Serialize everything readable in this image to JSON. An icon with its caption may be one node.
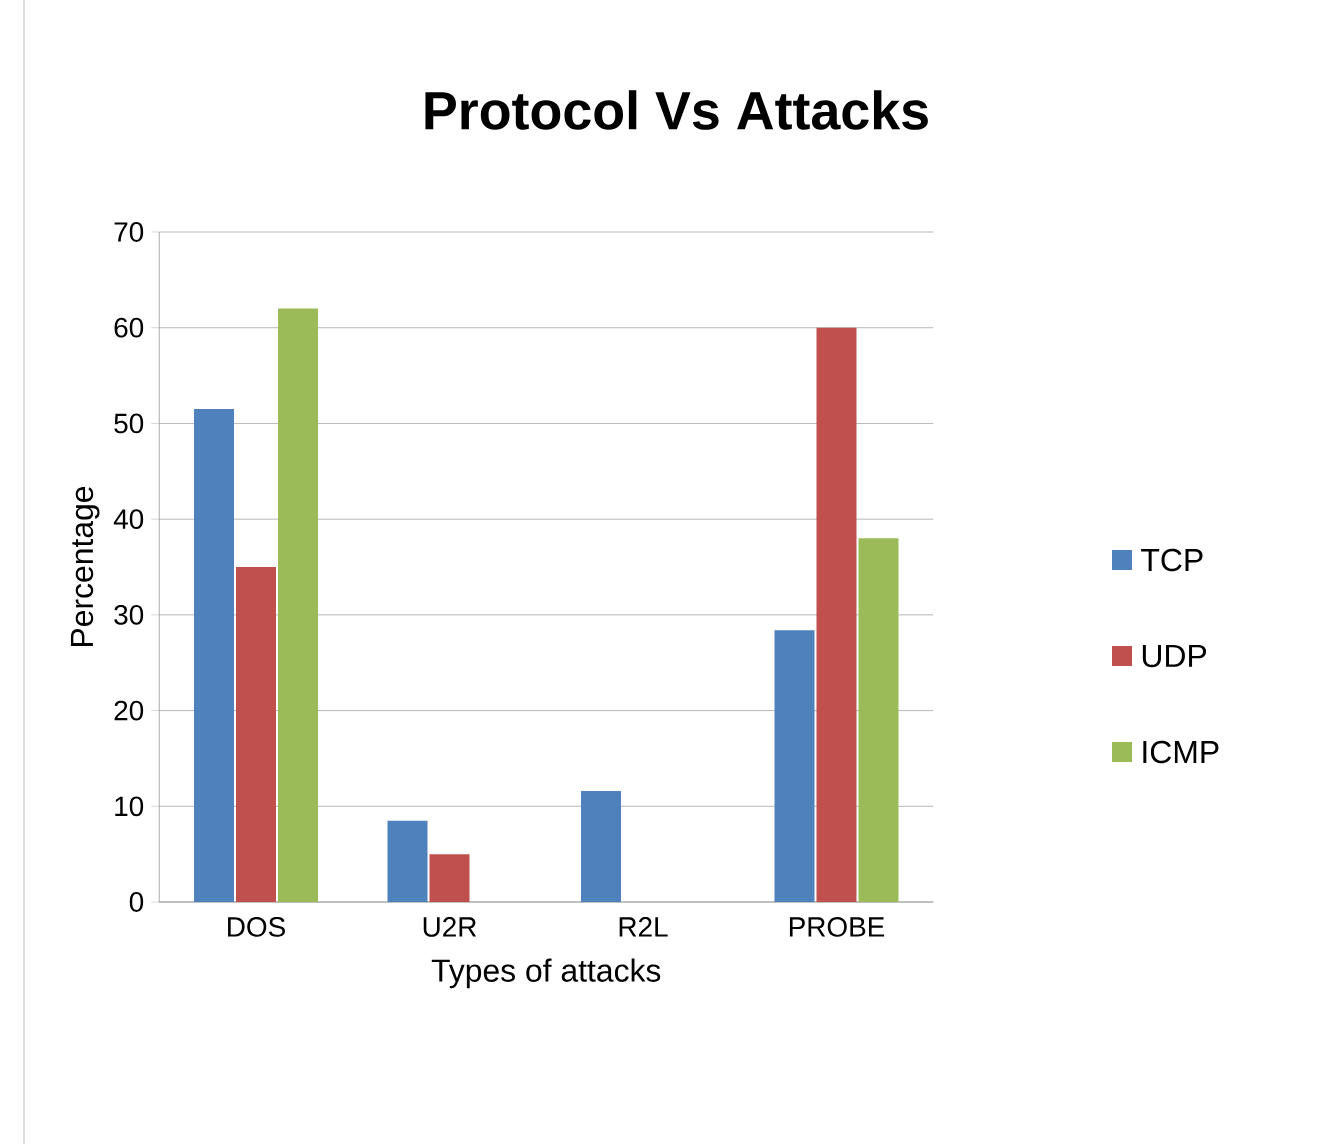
{
  "diagram": {
    "chart_data": {
      "type": "bar",
      "title": "Protocol Vs Attacks",
      "xlabel": "Types of attacks",
      "ylabel": "Percentage",
      "categories": [
        "DOS",
        "U2R",
        "R2L",
        "PROBE"
      ],
      "series": [
        {
          "name": "TCP",
          "color": "#4f81bd",
          "values": [
            51.5,
            8.5,
            11.6,
            28.4
          ]
        },
        {
          "name": "UDP",
          "color": "#c0504d",
          "values": [
            35,
            5,
            0,
            60
          ]
        },
        {
          "name": "ICMP",
          "color": "#9bbb59",
          "values": [
            62,
            0,
            0,
            38
          ]
        }
      ],
      "grid": true,
      "legend": true,
      "ylim": [
        0,
        70
      ],
      "yticks": [
        0,
        10,
        20,
        30,
        40,
        50,
        60,
        70
      ]
    }
  }
}
